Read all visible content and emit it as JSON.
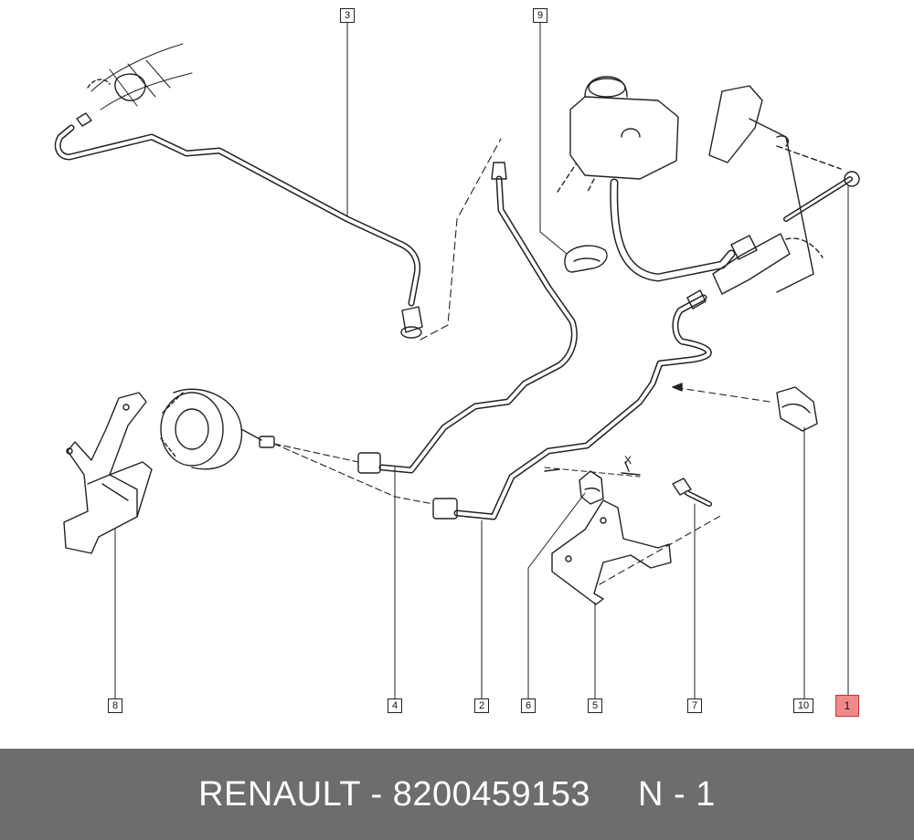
{
  "callouts": [
    {
      "label": "3",
      "highlight": false
    },
    {
      "label": "9",
      "highlight": false
    },
    {
      "label": "8",
      "highlight": false
    },
    {
      "label": "4",
      "highlight": false
    },
    {
      "label": "2",
      "highlight": false
    },
    {
      "label": "6",
      "highlight": false
    },
    {
      "label": "5",
      "highlight": false
    },
    {
      "label": "7",
      "highlight": false
    },
    {
      "label": "10",
      "highlight": false
    },
    {
      "label": "1",
      "highlight": true
    }
  ],
  "dimension_label": "X",
  "footer": {
    "brand_part": "RENAULT - 8200459153",
    "quantity": "N - 1"
  },
  "colors": {
    "footer_bg": "#6d6d6d",
    "footer_text": "#ffffff",
    "highlight": "#f08a8a",
    "line": "#222222"
  }
}
